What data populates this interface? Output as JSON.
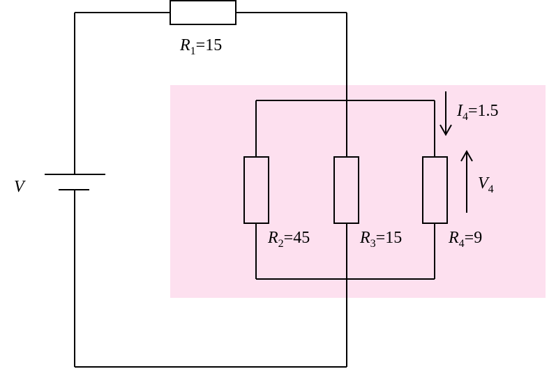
{
  "colors": {
    "highlight": "#fde0ef",
    "wire": "#000000"
  },
  "source": {
    "symbol": "V"
  },
  "r1": {
    "symbol": "R",
    "sub": "1",
    "value": "=15"
  },
  "r2": {
    "symbol": "R",
    "sub": "2",
    "value": "=45"
  },
  "r3": {
    "symbol": "R",
    "sub": "3",
    "value": "=15"
  },
  "r4": {
    "symbol": "R",
    "sub": "4",
    "value": "=9"
  },
  "i4": {
    "symbol": "I",
    "sub": "4",
    "value": "=1.5"
  },
  "v4": {
    "symbol": "V",
    "sub": "4"
  }
}
